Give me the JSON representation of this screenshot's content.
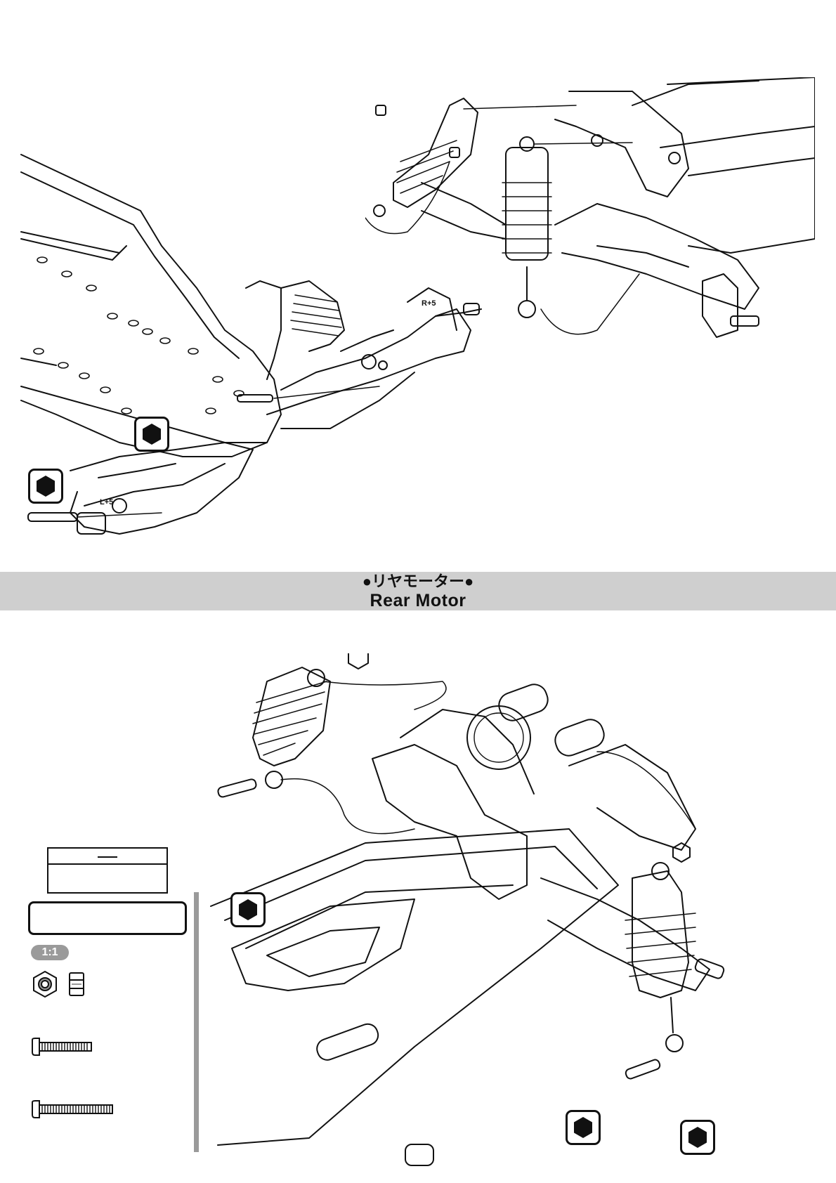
{
  "section": {
    "title_jp": "●リヤモーター●",
    "title_en": "Rear Motor"
  },
  "parts": {
    "scale": "1:1",
    "items": [
      {
        "icon": "lock-nut-icon"
      },
      {
        "icon": "button-head-screw-short-icon"
      },
      {
        "icon": "button-head-screw-long-icon"
      }
    ]
  },
  "icons": {
    "hex_tool": "hex-wrench-icon"
  },
  "colors": {
    "banner": "#cfcfcf",
    "accent_gray": "#9a9a9a",
    "line": "#111111"
  }
}
